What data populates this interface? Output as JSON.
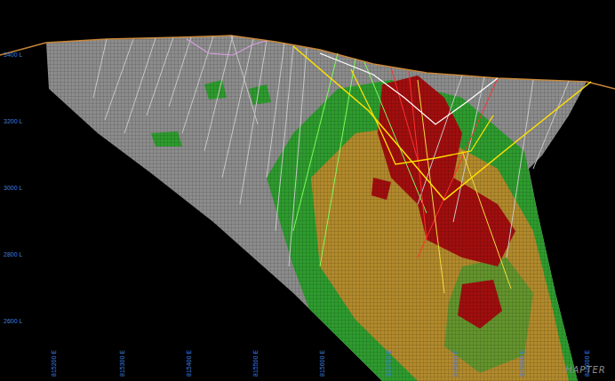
{
  "diagram": {
    "labels": [
      "3400 L",
      "3200 L",
      "3000 L",
      "2800 L",
      "2600 L",
      "815200 E",
      "815300 E",
      "815400 E",
      "815500 E",
      "815600 E",
      "815700 E",
      "815800 E",
      "815900 E",
      "816000 E",
      "HAPTER"
    ]
  }
}
